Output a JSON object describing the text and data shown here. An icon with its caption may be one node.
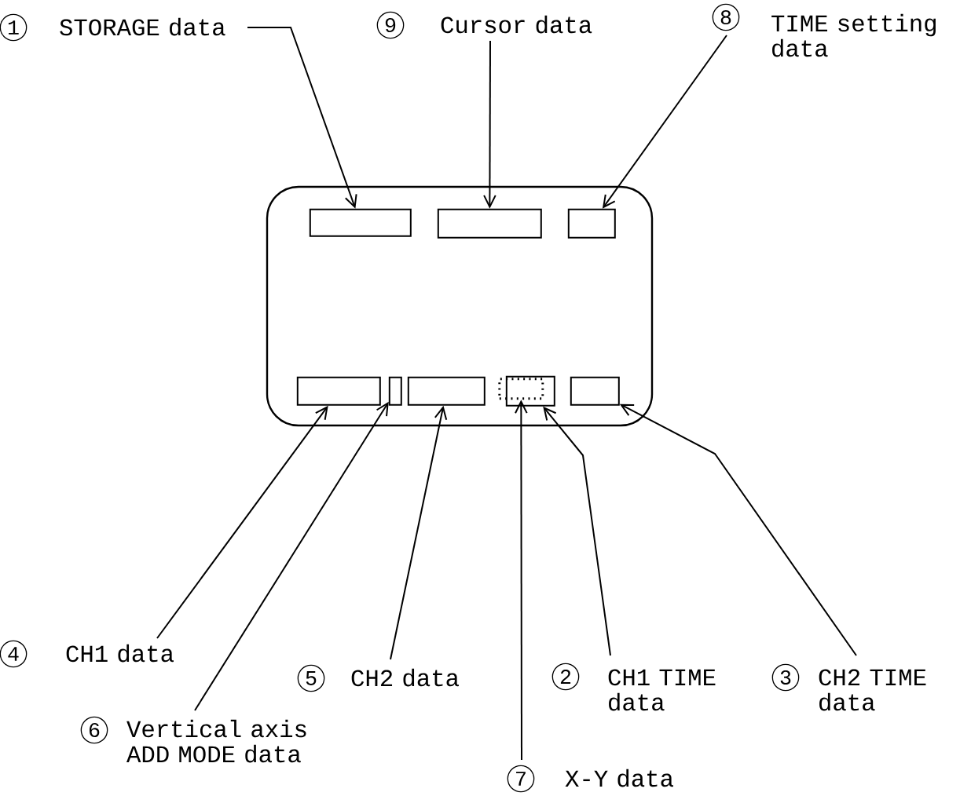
{
  "diagram": {
    "nodes": [
      {
        "text": [
          "STORAGE data"
        ],
        "beside": [
          "1"
        ]
      },
      {
        "text": [
          "Cursor data"
        ],
        "beside": [
          "9"
        ]
      },
      {
        "text": [
          "TIME setting data"
        ],
        "beside": [
          "8"
        ]
      },
      {
        "text": [],
        "shape": "box"
      },
      {
        "text": [],
        "shape": "box",
        "in": 3
      },
      {
        "text": [],
        "shape": "box",
        "in": 3
      },
      {
        "text": [],
        "shape": "box",
        "in": 3
      },
      {
        "text": [],
        "shape": "box",
        "in": 3
      },
      {
        "text": [],
        "shape": "box",
        "in": 3
      },
      {
        "text": [],
        "shape": "box",
        "in": 3
      },
      {
        "text": [],
        "shape": "box",
        "in": 3
      },
      {
        "text": [],
        "shape": "box",
        "in": 3
      },
      {
        "text": [],
        "shape": "box",
        "in": 3
      },
      {
        "text": [
          "CH1 data"
        ],
        "beside": [
          "4"
        ]
      },
      {
        "text": [
          "CH2 data"
        ],
        "beside": [
          "5"
        ]
      },
      {
        "text": [
          "CH1 TIME data"
        ],
        "beside": [
          "2"
        ]
      },
      {
        "text": [
          "CH2 TIME data"
        ],
        "beside": [
          "3"
        ]
      },
      {
        "text": [
          "Vertical axis ADD MODE data"
        ],
        "beside": [
          "6"
        ]
      },
      {
        "text": [
          "X-Y data"
        ],
        "beside": [
          "7"
        ]
      }
    ],
    "edges": [
      {
        "from": 0,
        "to": 4,
        "arrow": "to"
      },
      {
        "from": 1,
        "to": 5,
        "arrow": "to"
      },
      {
        "from": 2,
        "to": 6,
        "arrow": "to"
      },
      {
        "from": 13,
        "to": 7,
        "arrow": "to"
      },
      {
        "from": 17,
        "to": 8,
        "arrow": "to"
      },
      {
        "from": 14,
        "to": 9,
        "arrow": "to"
      },
      {
        "from": 18,
        "to": 10,
        "arrow": "to"
      },
      {
        "from": 15,
        "to": 11,
        "arrow": "to"
      },
      {
        "from": 16,
        "to": 12,
        "arrow": "to"
      }
    ]
  }
}
